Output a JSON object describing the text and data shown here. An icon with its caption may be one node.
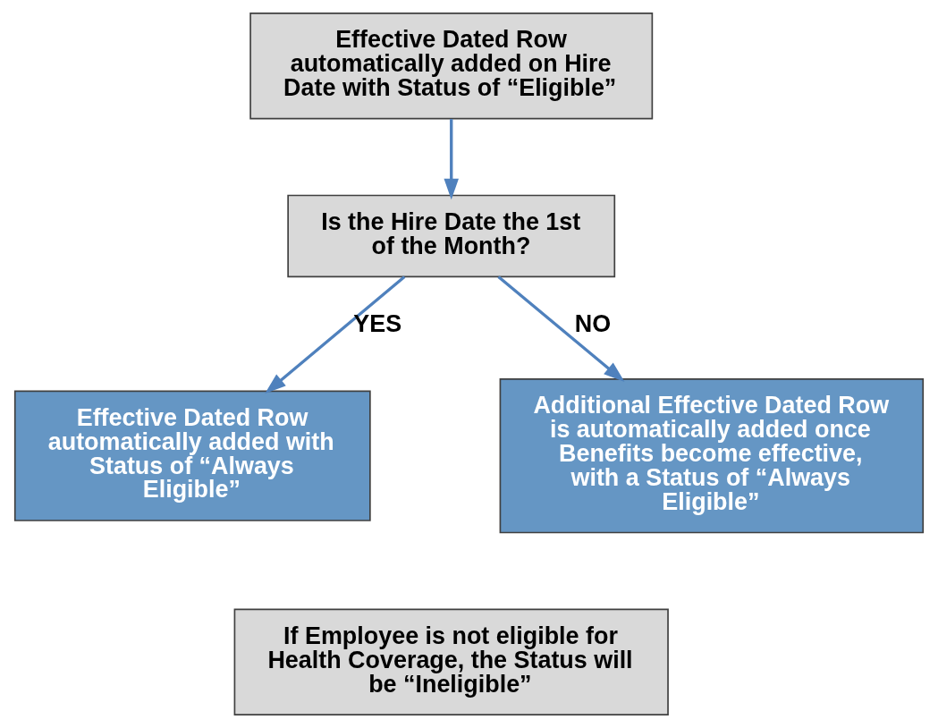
{
  "diagram": {
    "nodes": [
      {
        "text": [
          "Effective Dated Row automatically added on Hire Date with Status of “Eligible”"
        ]
      },
      {
        "text": [
          "Is the Hire Date the 1st of the Month?"
        ]
      },
      {
        "text": [
          "Effective Dated Row automatically added with Status of “Always Eligible”"
        ]
      },
      {
        "text": [
          "Additional Effective Dated Row is automatically added once Benefits become effective, with a Status of “Always Eligible”"
        ]
      },
      {
        "text": [
          "If Employee is not eligible for Health Coverage, the Status will be “Ineligible”"
        ]
      }
    ],
    "edges": [
      {
        "from": 0,
        "to": 1,
        "arrow": "to"
      },
      {
        "from": 1,
        "to": 2,
        "arrow": "to",
        "label": "YES"
      },
      {
        "from": 1,
        "to": 3,
        "arrow": "to",
        "label": "NO"
      }
    ]
  }
}
